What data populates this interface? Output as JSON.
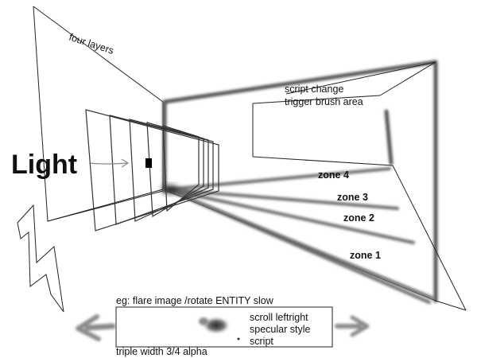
{
  "labels": {
    "four_layers": "four layers",
    "light": "Light",
    "script_change": "script change",
    "trigger_brush": "trigger brush area",
    "zone4": "zone 4",
    "zone3": "zone 3",
    "zone2": "zone 2",
    "zone1": "zone 1",
    "example": "eg:  flare image /rotate ENTITY slow",
    "scroll": "scroll leftright",
    "specular": "specular style",
    "script": "script",
    "triple": "triple width 3/4 alpha"
  }
}
